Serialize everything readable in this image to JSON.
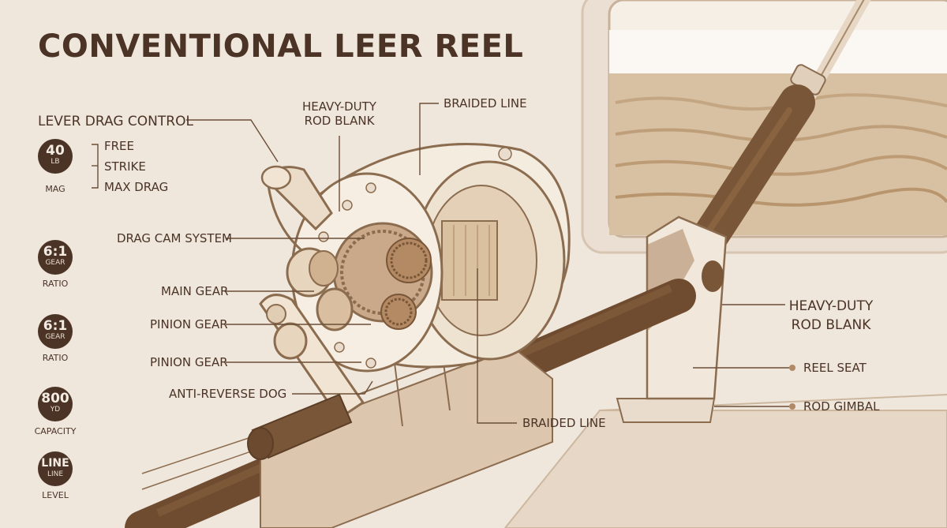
{
  "title": "CONVENTIONAL LEER REEL",
  "drag_control": {
    "heading": "LEVER DRAG CONTROL",
    "positions": [
      "FREE",
      "STRIKE",
      "MAX DRAG"
    ]
  },
  "specs": [
    {
      "value": "40",
      "unit": "LB",
      "caption": "MAG"
    },
    {
      "value": "6:1",
      "unit": "GEAR",
      "caption": "RATIO"
    },
    {
      "value": "6:1",
      "unit": "GEAR",
      "caption": "RATIO"
    },
    {
      "value": "800",
      "unit": "YD",
      "caption": "CAPACITY"
    },
    {
      "value": "LINE",
      "unit": "LINE",
      "caption": "LEVEL"
    }
  ],
  "labels": {
    "heavy_duty_rod_blank_top": "HEAVY-DUTY ROD BLANK",
    "braided_line_top": "BRAIDED LINE",
    "drag_cam_system": "DRAG CAM SYSTEM",
    "main_gear": "MAIN GEAR",
    "pinion_gear_1": "PINION GEAR",
    "pinion_gear_2": "PINION GEAR",
    "anti_reverse_dog": "ANTI-REVERSE DOG",
    "braided_line_bottom": "BRAIDED LINE",
    "heavy_duty_rod_blank_right": "HEAVY-DUTY ROD BLANK",
    "reel_seat": "REEL SEAT",
    "rod_gimbal": "ROD GIMBAL"
  },
  "colors": {
    "background": "#efe6dc",
    "ink": "#4b3426",
    "accent": "#b08a66"
  }
}
